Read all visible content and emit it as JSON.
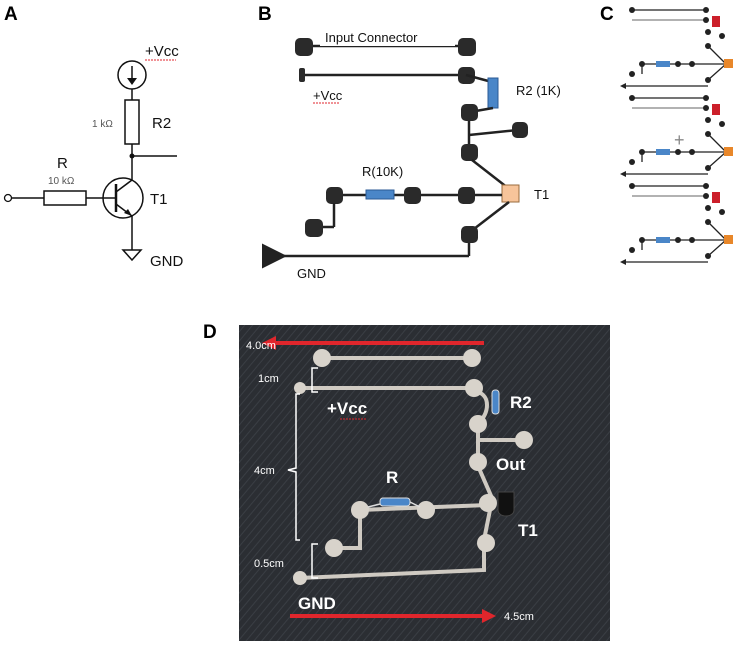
{
  "panels": {
    "a": {
      "letter": "A",
      "vcc": "+Vcc",
      "r2": "R2",
      "r2_value": "1 kΩ",
      "r": "R",
      "r_value": "10 kΩ",
      "t1": "T1",
      "gnd": "GND"
    },
    "b": {
      "letter": "B",
      "input_connector": "Input  Connector",
      "vcc": "+Vcc",
      "r2": "R2 (1K)",
      "r": "R(10K)",
      "t1": "T1",
      "gnd": "GND"
    },
    "c": {
      "letter": "C",
      "plus": "+"
    },
    "d": {
      "letter": "D",
      "width_top": "4.0cm",
      "gap_1": "1cm",
      "vcc": "+Vcc",
      "r2": "R2",
      "height": "4cm",
      "out": "Out",
      "r": "R",
      "t1": "T1",
      "gap_2": "0.5cm",
      "gnd": "GND",
      "width_bottom": "4.5cm"
    }
  },
  "colors": {
    "resistor": "#4a86c8",
    "transistor_b": "#f7c49a",
    "transistor_c": "#e8872a",
    "r2_c": "#cc1f2a",
    "photo_bg": "#2b2e33",
    "arrow": "#e0262c",
    "spell_underline": "#e0262c"
  }
}
